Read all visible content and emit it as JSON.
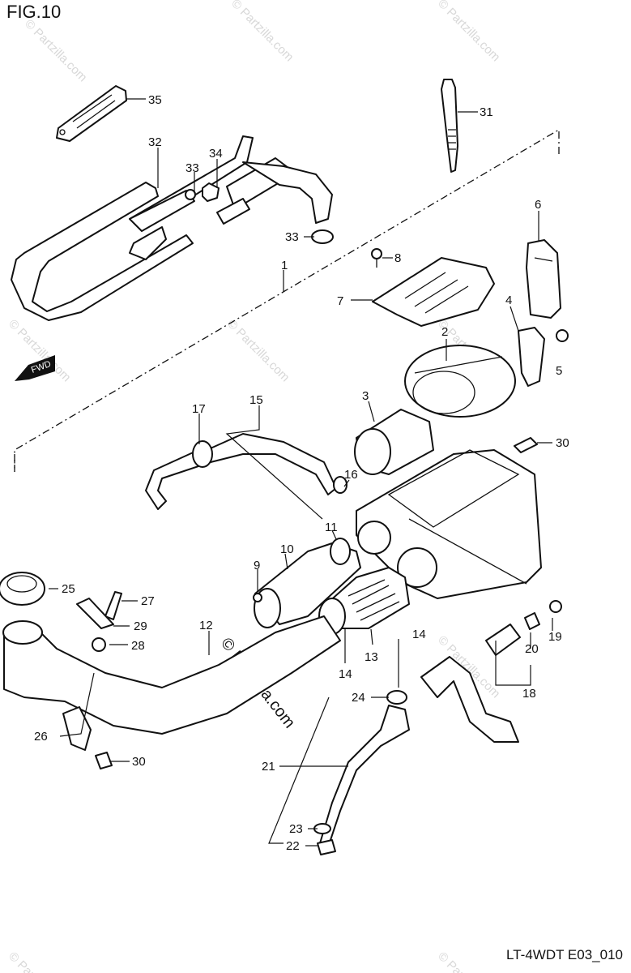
{
  "figure": {
    "title": "FIG.10",
    "drawing_code": "LT-4WDT E03_010"
  },
  "fwd_label": "FWD",
  "watermark_text": "© Partzilla.com",
  "callouts": [
    "1",
    "2",
    "3",
    "4",
    "5",
    "6",
    "7",
    "8",
    "9",
    "10",
    "11",
    "12",
    "13",
    "14",
    "15",
    "16",
    "17",
    "18",
    "19",
    "20",
    "21",
    "22",
    "23",
    "24",
    "25",
    "26",
    "27",
    "28",
    "29",
    "30",
    "31",
    "32",
    "33",
    "34",
    "35"
  ]
}
